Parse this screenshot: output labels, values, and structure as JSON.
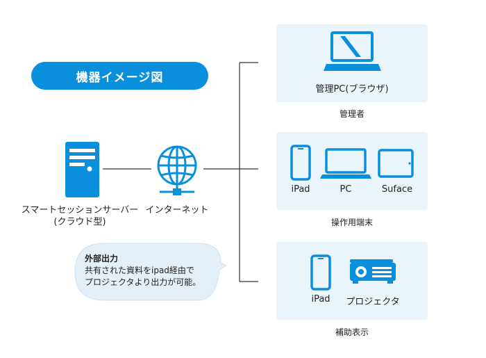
{
  "title": "機器イメージ図",
  "server": {
    "label_line1": "スマートセッションサーバー",
    "label_line2": "(クラウド型)",
    "icon": "server-tower-icon"
  },
  "internet": {
    "label": "インターネット",
    "icon": "globe-network-icon"
  },
  "groups": [
    {
      "caption": "管理者",
      "devices": [
        {
          "label": "管理PC(ブラウザ)",
          "icon": "laptop-icon"
        }
      ]
    },
    {
      "caption": "操作用端末",
      "devices": [
        {
          "label": "iPad",
          "icon": "smartphone-icon"
        },
        {
          "label": "PC",
          "icon": "laptop-icon"
        },
        {
          "label": "Suface",
          "icon": "tablet-icon"
        }
      ]
    },
    {
      "caption": "補助表示",
      "devices": [
        {
          "label": "iPad",
          "icon": "smartphone-icon"
        },
        {
          "label": "プロジェクタ",
          "icon": "projector-icon"
        }
      ]
    }
  ],
  "note": {
    "title": "外部出力",
    "line1": "共有された資料をipad経由で",
    "line2": "プロジェクタより出力が可能。"
  },
  "colors": {
    "accent": "#0a8fdc",
    "panel": "#eaf4fb",
    "line": "#333333"
  }
}
